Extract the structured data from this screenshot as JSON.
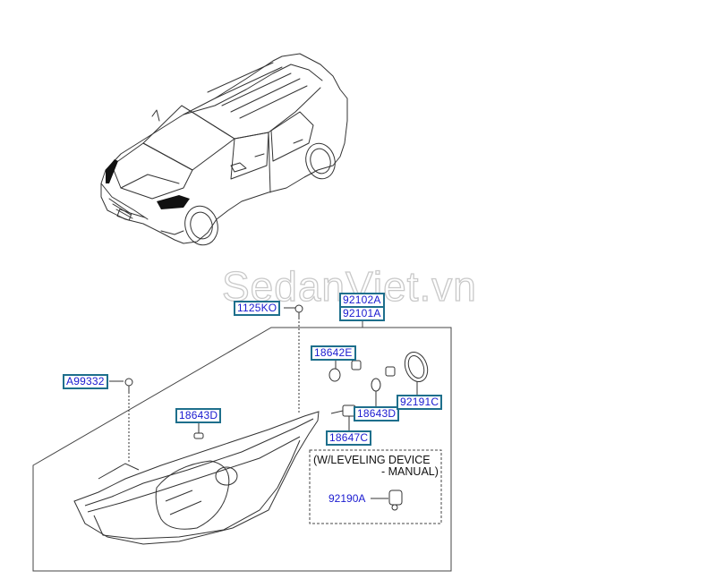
{
  "watermark": "SedanViet.vn",
  "diagram": {
    "title_note": {
      "line1": "(W/LEVELING DEVICE",
      "line2": "- MANUAL)"
    },
    "callouts": {
      "bolt_top": "1125KO",
      "assembly_rh": "92102A",
      "assembly_lh": "92101A",
      "screw_left": "A99332",
      "bulb_socket_small": "18643D",
      "bulb_side": "18642E",
      "bulb_turn": "18643D",
      "bulb_head": "18647C",
      "dust_cap": "92191C",
      "leveling_actuator": "92190A"
    },
    "colors": {
      "callout_text": "#1a1ad0",
      "callout_border": "#1e6f8c",
      "line_art": "#333333"
    }
  }
}
